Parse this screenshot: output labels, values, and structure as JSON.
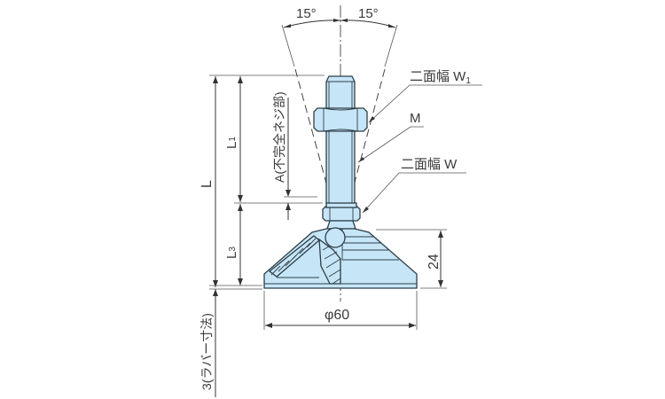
{
  "drawing": {
    "title": "Leveling foot with swivel pad - dimensional drawing",
    "colors": {
      "part_fill": "#c6e6f7",
      "outline": "#2e3e48",
      "dimension_line": "#333333",
      "text": "#3a3a3a"
    },
    "angles": {
      "left": "15°",
      "right": "15°"
    },
    "callouts": {
      "width_across_flats_w1": "二面幅 W",
      "w1_subscript": "1",
      "thread": "M",
      "width_across_flats_w": "二面幅 W"
    },
    "dimensions": {
      "overall_length": "L",
      "thread_length_main": "L",
      "thread_length_main_subscript": "1",
      "incomplete_thread": "A(不完全ネジ部)",
      "lower_length": "L",
      "lower_length_subscript": "3",
      "pad_height": "24",
      "pad_diameter": "φ60",
      "rubber_thickness": "3(ラバー寸法)"
    }
  }
}
